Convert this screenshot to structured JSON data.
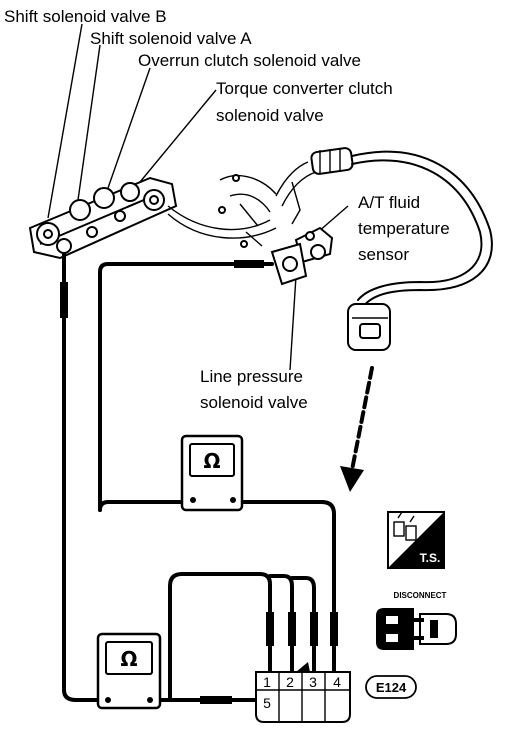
{
  "labels": {
    "shift_b": "Shift solenoid valve B",
    "shift_a": "Shift solenoid valve A",
    "overrun": "Overrun clutch solenoid valve",
    "torque_l1": "Torque converter clutch",
    "torque_l2": "solenoid valve",
    "fluid_l1": "A/T fluid",
    "fluid_l2": "temperature",
    "fluid_l3": "sensor",
    "line_l1": "Line pressure",
    "line_l2": "solenoid valve"
  },
  "meters": {
    "upper_symbol": "Ω",
    "lower_symbol": "Ω"
  },
  "connector": {
    "pins_top": [
      "1",
      "2",
      "3",
      "4"
    ],
    "pin_bottom": "5",
    "id": "E124"
  },
  "icons": {
    "ts_label": "T.S.",
    "disconnect_label": "DISCONNECT",
    "ts_icon": "ts-diagnostic-icon",
    "disconnect_icon": "disconnect-connector-icon"
  }
}
